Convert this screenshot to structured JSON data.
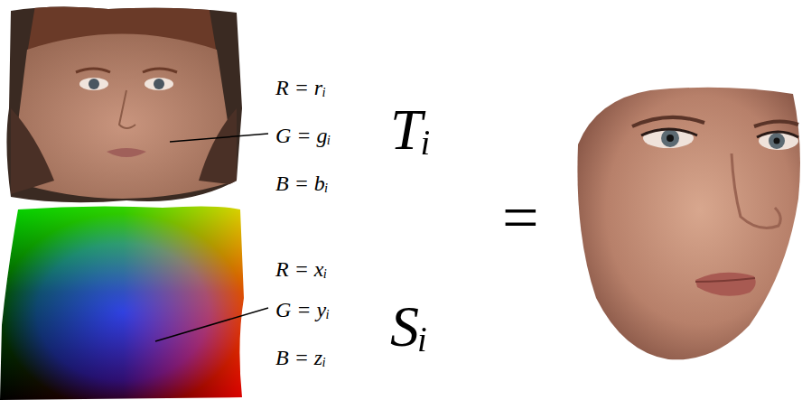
{
  "diagram": {
    "labels": [
      "R = rᵢ",
      "G = gᵢ",
      "B = bᵢ",
      "Tᵢ",
      "R = xᵢ",
      "G = yᵢ",
      "B = zᵢ",
      "Sᵢ",
      "="
    ]
  }
}
